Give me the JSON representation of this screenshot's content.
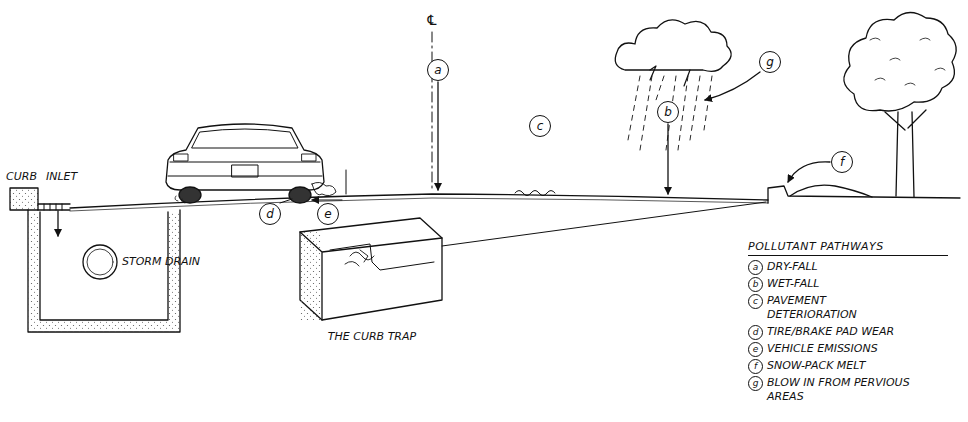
{
  "diagram": {
    "nodes": [
      {
        "text": [
          "a"
        ]
      },
      {
        "text": [
          "b"
        ]
      },
      {
        "text": [
          "c"
        ]
      },
      {
        "text": [
          "d"
        ]
      },
      {
        "text": [
          "e"
        ]
      },
      {
        "text": [
          "f"
        ]
      },
      {
        "text": [
          "g"
        ]
      }
    ],
    "labels": [
      "℄",
      "CURB",
      "INLET",
      "STORM DRAIN",
      "THE CURB TRAP",
      "POLLUTANT PATHWAYS",
      "a",
      "b",
      "c",
      "d",
      "e",
      "f",
      "g"
    ],
    "legend": [
      {
        "text": "DRY-FALL"
      },
      {
        "text": "WET-FALL"
      },
      {
        "text": "PAVEMENT DETERIORATION"
      },
      {
        "text": "TIRE/BRAKE PAD WEAR"
      },
      {
        "text": "VEHICLE EMISSIONS"
      },
      {
        "text": "SNOW-PACK MELT"
      },
      {
        "text": "BLOW IN FROM PERVIOUS AREAS"
      }
    ]
  }
}
